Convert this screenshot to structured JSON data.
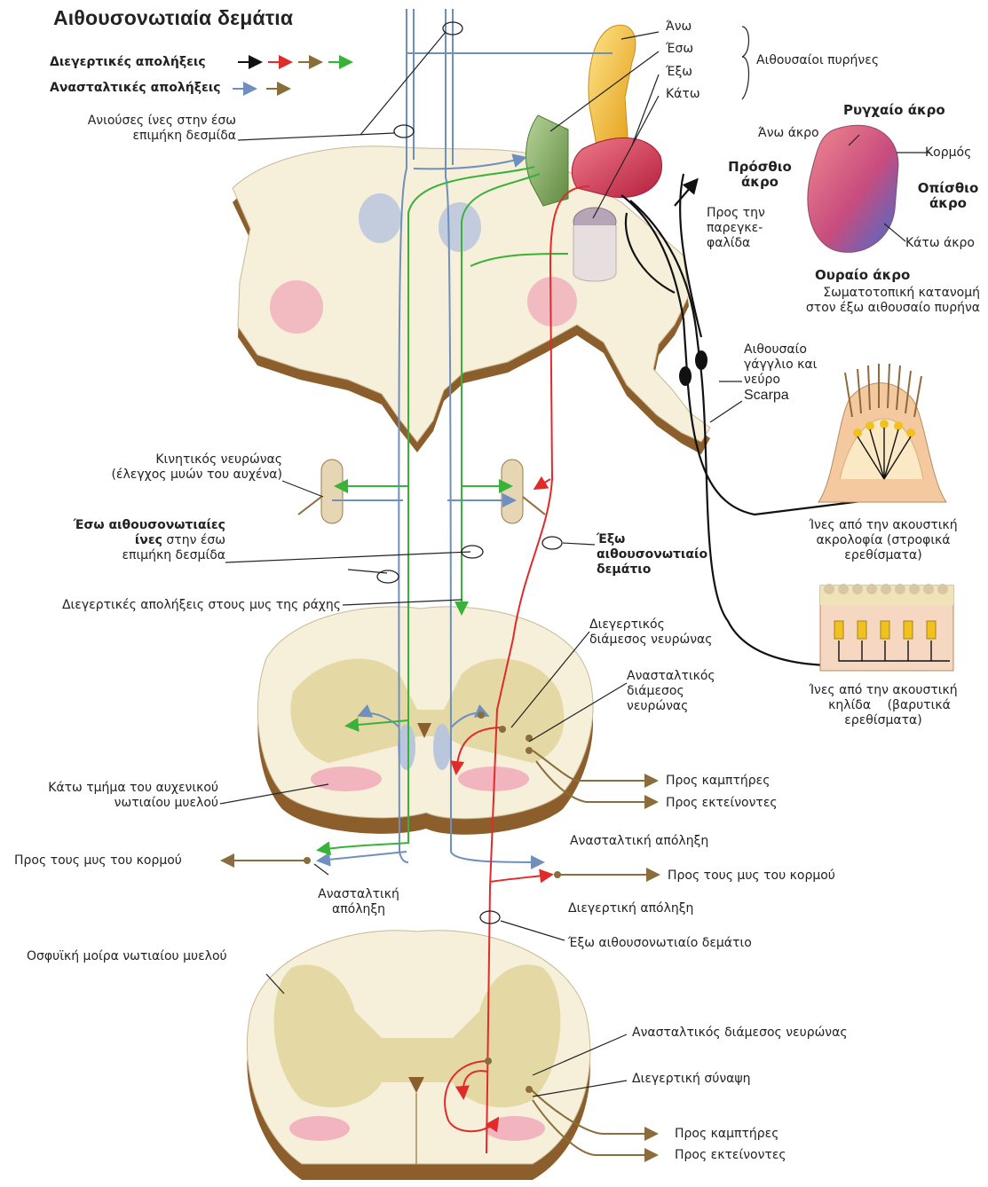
{
  "title": "Αιθουσονωτιαία δεμάτια",
  "legend": {
    "excitatory": "Διεγερτικές απολήξεις",
    "inhibitory": "Ανασταλτικές απολήξεις",
    "excitatory_colors": [
      "#111111",
      "#e02b2b",
      "#8a6d3b",
      "#38b238"
    ],
    "inhibitory_colors": [
      "#6f8fbf",
      "#8a6d3b"
    ]
  },
  "nuclei": {
    "upper": "Άνω",
    "medial": "Έσω",
    "lateral": "Έξω",
    "inferior": "Κάτω",
    "group_label": "Αιθουσαίοι πυρήνες",
    "colors": {
      "upper": "#f2b21c",
      "medial": "#79a453",
      "lateral": "#d6314f",
      "inferior": "#b6a5b6"
    }
  },
  "orientation": {
    "title": "Ρυγχαίο άκρο",
    "upper_end": "Άνω άκρο",
    "body": "Κορμός",
    "anterior": [
      "Πρόσθιο",
      "άκρο"
    ],
    "posterior": [
      "Οπίσθιο",
      "άκρο"
    ],
    "lower_end": "Κάτω άκρο",
    "caudal": "Ουραίο άκρο",
    "somatotopic": [
      "Σωματοτοπική κατανομή",
      "στον έξω αιθουσαίο πυρήνα"
    ]
  },
  "labels": {
    "ascending": [
      "Ανιούσες ίνες στην έσω",
      "επιμήκη δεσμίδα"
    ],
    "cerebellum": [
      "Προς την",
      "παρεγκε-",
      "φαλίδα"
    ],
    "ganglion": [
      "Αιθουσαίο",
      "γάγγλιο και",
      "νεύρο",
      "Scarpa"
    ],
    "crista": [
      "Ίνες από την ακουστική",
      "ακρολοφία (στροφικά",
      "ερεθίσματα)"
    ],
    "macula": [
      "Ίνες από την ακουστική",
      "κηλίδα",
      "(βαρυτικά",
      "ερεθίσματα)"
    ],
    "motor_neuron": [
      "Κινητικός νευρώνας",
      "(έλεγχος μυών του αυχένα)"
    ],
    "medial_tract": [
      "Έσω αιθουσονωτιαίες",
      "ίνες",
      "στην έσω",
      "επιμήκη δεσμίδα"
    ],
    "lateral_tract": [
      "Έξω",
      "αιθουσονωτιαίο",
      "δεμάτιο"
    ],
    "back_muscles": "Διεγερτικές απολήξεις στους μυς της ράχης",
    "exc_interneuron": [
      "Διεγερτικός",
      "διάμεσος νευρώνας"
    ],
    "inh_interneuron": [
      "Ανασταλτικός",
      "διάμεσος",
      "νευρώνας"
    ],
    "cervical": [
      "Κάτω τμήμα του αυχενικού",
      "νωτιαίου μυελού"
    ],
    "flexors": "Προς καμπτήρες",
    "extensors": "Προς εκτείνοντες",
    "trunk_left": "Προς τους μυς του κορμού",
    "inh_left": [
      "Ανασταλτική",
      "απόληξη"
    ],
    "inh_right": "Ανασταλτική απόληξη",
    "trunk_right": "Προς τους μυς του κορμού",
    "exc_right": "Διεγερτική απόληξη",
    "lateral_tract2": "Έξω αιθουσονωτιαίο δεμάτιο",
    "lumbar": "Οσφυϊκή μοίρα νωτιαίου μυελού",
    "inh_interneuron2": "Ανασταλτικός διάμεσος νευρώνας",
    "exc_synapse": "Διεγερτική σύναψη",
    "flexors2": "Προς καμπτήρες",
    "extensors2": "Προς εκτείνοντες"
  }
}
